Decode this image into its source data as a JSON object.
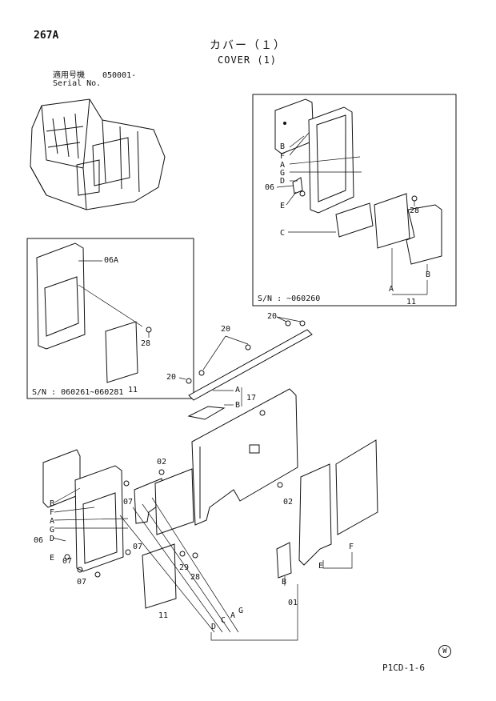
{
  "header": {
    "page_no": "267A",
    "title_jp": "カバー（１）",
    "title_en": "COVER (1)",
    "serial_label_jp": "適用号機",
    "serial_label_en": "Serial No.",
    "serial_value": "050001-"
  },
  "insets": {
    "top_right_serial": "S/N : ~060260",
    "left_serial": "S/N : 060261~060281"
  },
  "callouts": {
    "B": "B",
    "F": "F",
    "A": "A",
    "G": "G",
    "D": "D",
    "E": "E",
    "C": "C",
    "p01": "01",
    "p02": "02",
    "p06": "06",
    "p06A": "06A",
    "p07": "07",
    "p11": "11",
    "p17": "17",
    "p20": "20",
    "p28": "28",
    "p29": "29"
  },
  "footer": {
    "code": "P1CD-1-6",
    "mark": "W"
  }
}
